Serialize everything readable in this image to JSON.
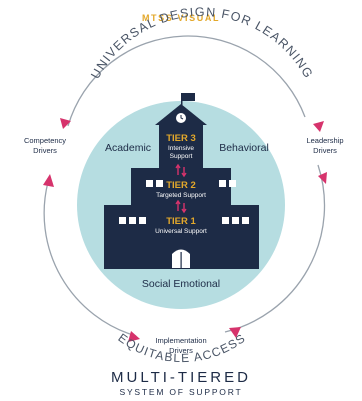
{
  "header": {
    "title": "MTSS VISUAL"
  },
  "arc_labels": {
    "top": "UNIVERSAL DESIGN FOR LEARNING",
    "bottom": "EQUITABLE ACCESS"
  },
  "drivers": {
    "left": {
      "line1": "Competency",
      "line2": "Drivers"
    },
    "right": {
      "line1": "Leadership",
      "line2": "Drivers"
    },
    "bottom": {
      "line1": "Implementation",
      "line2": "Drivers"
    }
  },
  "domains": {
    "academic": "Academic",
    "behavioral": "Behavioral",
    "social_emotional": "Social Emotional"
  },
  "tiers": [
    {
      "name": "TIER 3",
      "desc_line1": "Intensive",
      "desc_line2": "Support"
    },
    {
      "name": "TIER 2",
      "desc": "Targeted Support"
    },
    {
      "name": "TIER 1",
      "desc": "Universal Support"
    }
  ],
  "footer": {
    "line1": "MULTI-TIERED",
    "line2": "SYSTEM OF SUPPORT"
  },
  "colors": {
    "accent_gold": "#e3a82b",
    "arrow_pink": "#d6336c",
    "circle_fill": "#b6dde1",
    "building_navy": "#1d2b46",
    "text_navy": "#1d2b46",
    "arc_gray": "#6c7686"
  },
  "icons": [
    "clock-icon",
    "flag-icon",
    "up-down-arrows-icon",
    "door-icon",
    "window-icon"
  ]
}
